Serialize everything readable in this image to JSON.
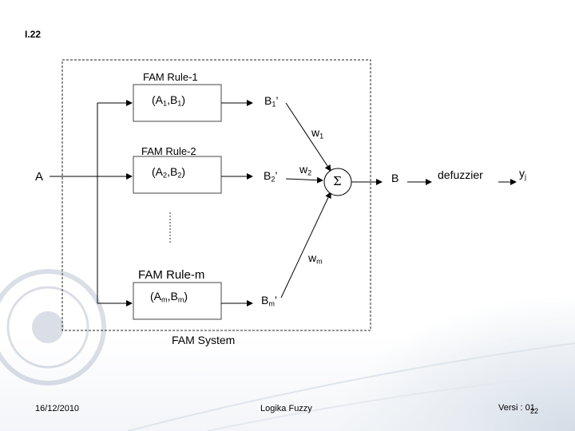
{
  "slide": {
    "number": "I.22"
  },
  "diagram": {
    "rules": [
      {
        "label": "FAM Rule-1",
        "input_text": "(A",
        "input_sub1": "1",
        "input_mid": ",B",
        "input_sub2": "1",
        "input_end": ")",
        "output_text": "B",
        "output_sub": "1",
        "output_end": "’",
        "weight_text": "w",
        "weight_sub": "1"
      },
      {
        "label": "FAM Rule-2",
        "input_text": "(A",
        "input_sub1": "2",
        "input_mid": ",B",
        "input_sub2": "2",
        "input_end": ")",
        "output_text": "B",
        "output_sub": "2",
        "output_end": "’",
        "weight_text": "w",
        "weight_sub": "2"
      },
      {
        "label": "FAM Rule-m",
        "input_text": "(A",
        "input_sub1": "m",
        "input_mid": ",B",
        "input_sub2": "m",
        "input_end": ")",
        "output_text": "B",
        "output_sub": "m",
        "output_end": "’",
        "weight_text": "w",
        "weight_sub": "m"
      }
    ],
    "input_label": "A",
    "sum_symbol": "Σ",
    "output_label": "B",
    "defuzzifier_label": "defuzzier",
    "final_output_text": "y",
    "final_output_sub": "j",
    "system_label": "FAM System"
  },
  "footer": {
    "date": "16/12/2010",
    "title": "Logika Fuzzy",
    "version": "Versi : 01",
    "page": "22"
  },
  "colors": {
    "line": "#000000",
    "border": "#222222"
  }
}
